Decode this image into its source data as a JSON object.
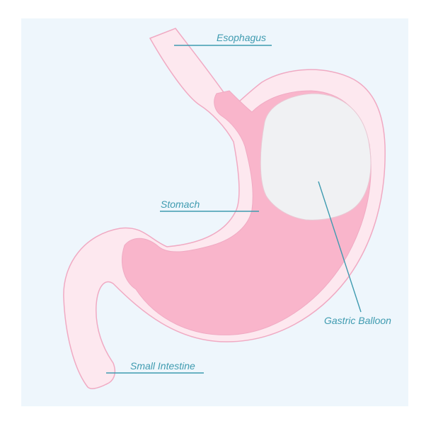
{
  "labels": {
    "esophagus": "Esophagus",
    "stomach": "Stomach",
    "gastric_balloon": "Gastric Balloon",
    "small_intestine": "Small Intestine"
  },
  "colors": {
    "background_panel": "#eef6fc",
    "tissue_outer": "#fde8ef",
    "tissue_outline": "#f0aac3",
    "stomach_inner": "#f9b5cb",
    "balloon": "#f0f1f3",
    "label_text": "#3f9bb0"
  }
}
